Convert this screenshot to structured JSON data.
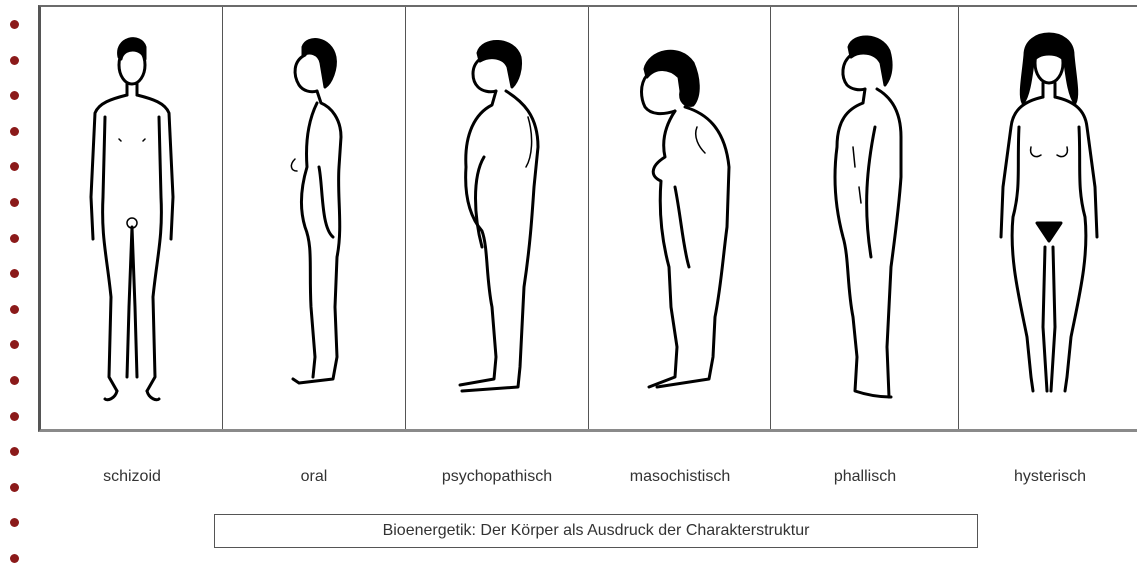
{
  "accent_color": "#8b1a1a",
  "bullet_count": 16,
  "types": [
    {
      "label": "schizoid",
      "icon": "schizoid-figure-icon"
    },
    {
      "label": "oral",
      "icon": "oral-figure-icon"
    },
    {
      "label": "psychopathisch",
      "icon": "psychopathic-figure-icon"
    },
    {
      "label": "masochistisch",
      "icon": "masochistic-figure-icon"
    },
    {
      "label": "phallisch",
      "icon": "phallic-figure-icon"
    },
    {
      "label": "hysterisch",
      "icon": "hysteric-figure-icon"
    }
  ],
  "caption": "Bioenergetik: Der Körper als Ausdruck der Charakterstruktur"
}
